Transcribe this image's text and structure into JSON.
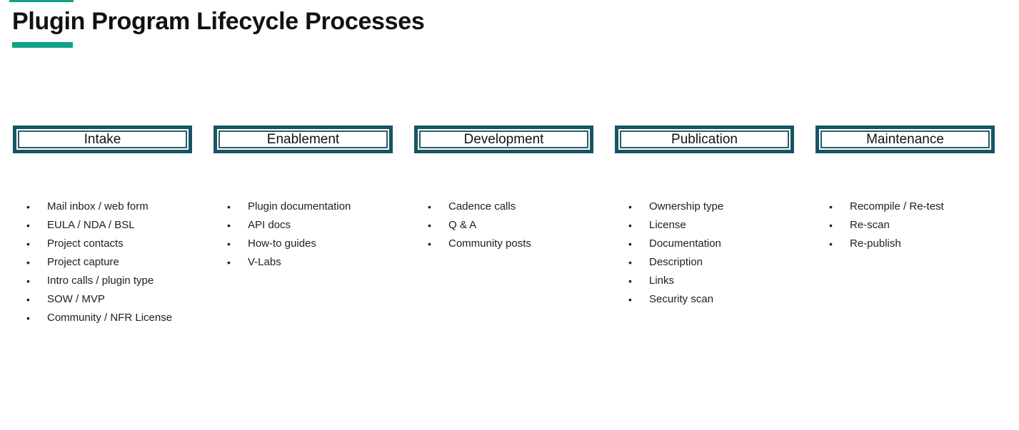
{
  "title": "Plugin Program Lifecycle Processes",
  "colors": {
    "accent_green": "#12a287",
    "stage_border_teal": "#175565"
  },
  "stages": [
    {
      "header": "Intake",
      "items": [
        "Mail inbox / web form",
        "EULA / NDA / BSL",
        "Project contacts",
        "Project capture",
        "Intro calls / plugin type",
        "SOW / MVP",
        "Community / NFR License"
      ]
    },
    {
      "header": "Enablement",
      "items": [
        "Plugin documentation",
        "API docs",
        "How-to guides",
        "V-Labs"
      ]
    },
    {
      "header": "Development",
      "items": [
        "Cadence calls",
        "Q & A",
        "Community posts"
      ]
    },
    {
      "header": "Publication",
      "items": [
        "Ownership type",
        "License",
        "Documentation",
        "Description",
        "Links",
        "Security scan"
      ]
    },
    {
      "header": "Maintenance",
      "items": [
        "Recompile / Re-test",
        "Re-scan",
        "Re-publish"
      ]
    }
  ]
}
